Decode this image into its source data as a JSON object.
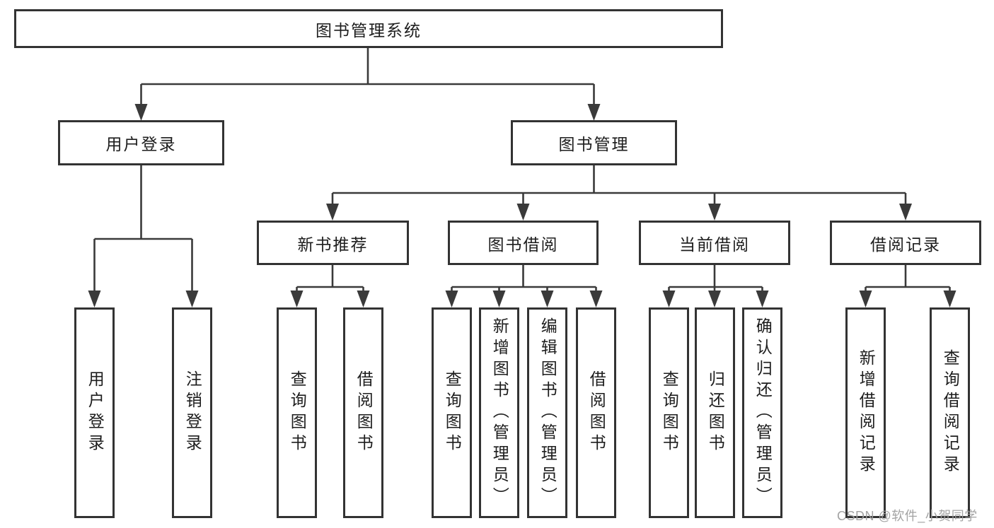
{
  "diagram": {
    "watermark": "CSDN @软件_小贺同学",
    "colors": {
      "line": "#3a3a3a",
      "box_border": "#333333",
      "text": "#1d1d1d",
      "background": "#ffffff",
      "watermark": "#9e9e9e"
    },
    "hierarchy": {
      "root": "图书管理系统",
      "children": [
        {
          "label": "用户登录",
          "children": [
            "用户登录",
            "注销登录"
          ]
        },
        {
          "label": "图书管理",
          "children": [
            {
              "label": "新书推荐",
              "children": [
                "查询图书",
                "借阅图书"
              ]
            },
            {
              "label": "图书借阅",
              "children": [
                "查询图书",
                "新增图书（管理员）",
                "编辑图书（管理员）",
                "借阅图书"
              ]
            },
            {
              "label": "当前借阅",
              "children": [
                "查询图书",
                "归还图书",
                "确认归还（管理员）"
              ]
            },
            {
              "label": "借阅记录",
              "children": [
                "新增借阅记录",
                "查询借阅记录"
              ]
            }
          ]
        }
      ]
    }
  }
}
